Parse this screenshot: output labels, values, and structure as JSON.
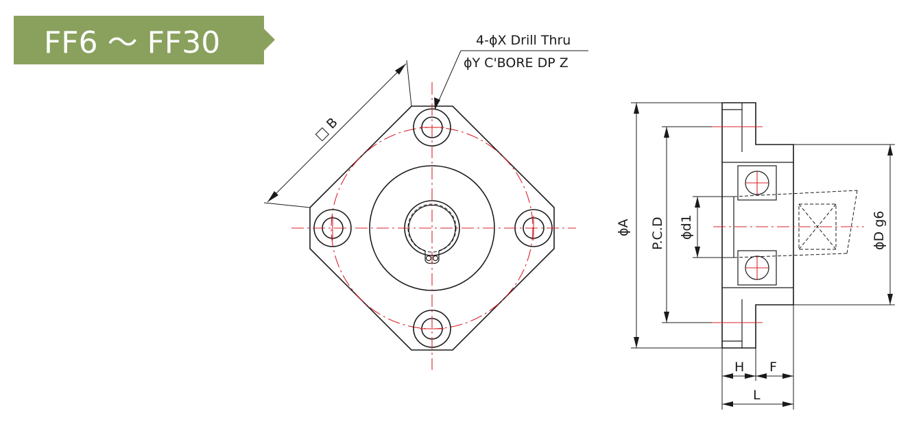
{
  "title": {
    "text": "FF6 ～ FF30",
    "color": "#8aa15e"
  },
  "colors": {
    "line": "#1a1a1a",
    "center_line": "#d8222a",
    "background": "#ffffff"
  },
  "front_view": {
    "hole_note_line1": "4-ϕX Drill Thru",
    "hole_note_line2": "ϕY C'BORE DP Z",
    "size_label": "□ B"
  },
  "side_view": {
    "dia_a": "ϕA",
    "pcd": "P.C.D",
    "dia_d1": "ϕd1",
    "dia_d": "ϕD g6",
    "h": "H",
    "f": "F",
    "l": "L"
  }
}
